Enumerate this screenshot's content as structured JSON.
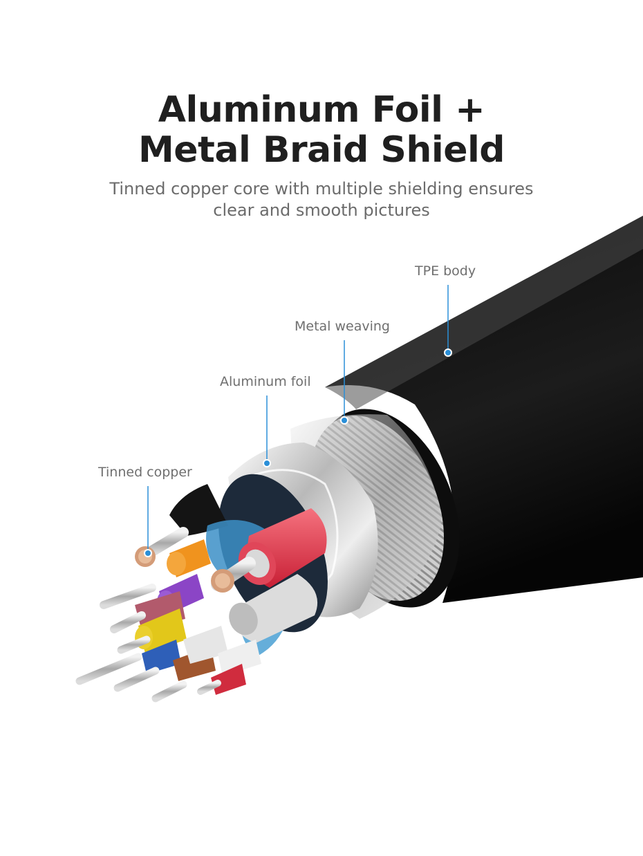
{
  "heading": {
    "line1": "Aluminum Foil +",
    "line2": "Metal Braid Shield"
  },
  "subheading": {
    "line1": "Tinned copper core with multiple shielding ensures",
    "line2": "clear and smooth pictures"
  },
  "callouts": {
    "tpe_body": "TPE body",
    "metal_weaving": "Metal weaving",
    "aluminum_foil": "Aluminum foil",
    "tinned_copper": "Tinned copper"
  },
  "colors": {
    "callout_line": "#2a8fd8",
    "jacket": "#151515",
    "background": "#ffffff"
  }
}
